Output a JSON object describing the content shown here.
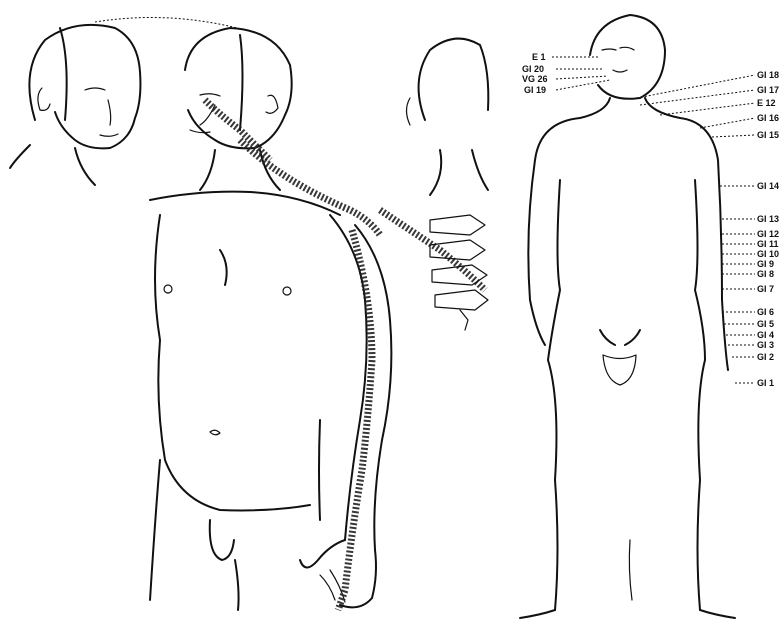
{
  "figure": {
    "left_panel": {},
    "right_panel": {
      "head_labels": [
        "E 1",
        "GI 20",
        "VG 26",
        "GI 19"
      ],
      "body_labels": [
        "GI 18",
        "GI 17",
        "E 12",
        "GI 16",
        "GI 15",
        "GI 14",
        "GI 13",
        "GI 12",
        "GI 11",
        "GI 10",
        "GI 9",
        "GI 8",
        "GI 7",
        "GI 6",
        "GI 5",
        "GI 4",
        "GI 3",
        "GI 2",
        "GI 1"
      ]
    }
  }
}
